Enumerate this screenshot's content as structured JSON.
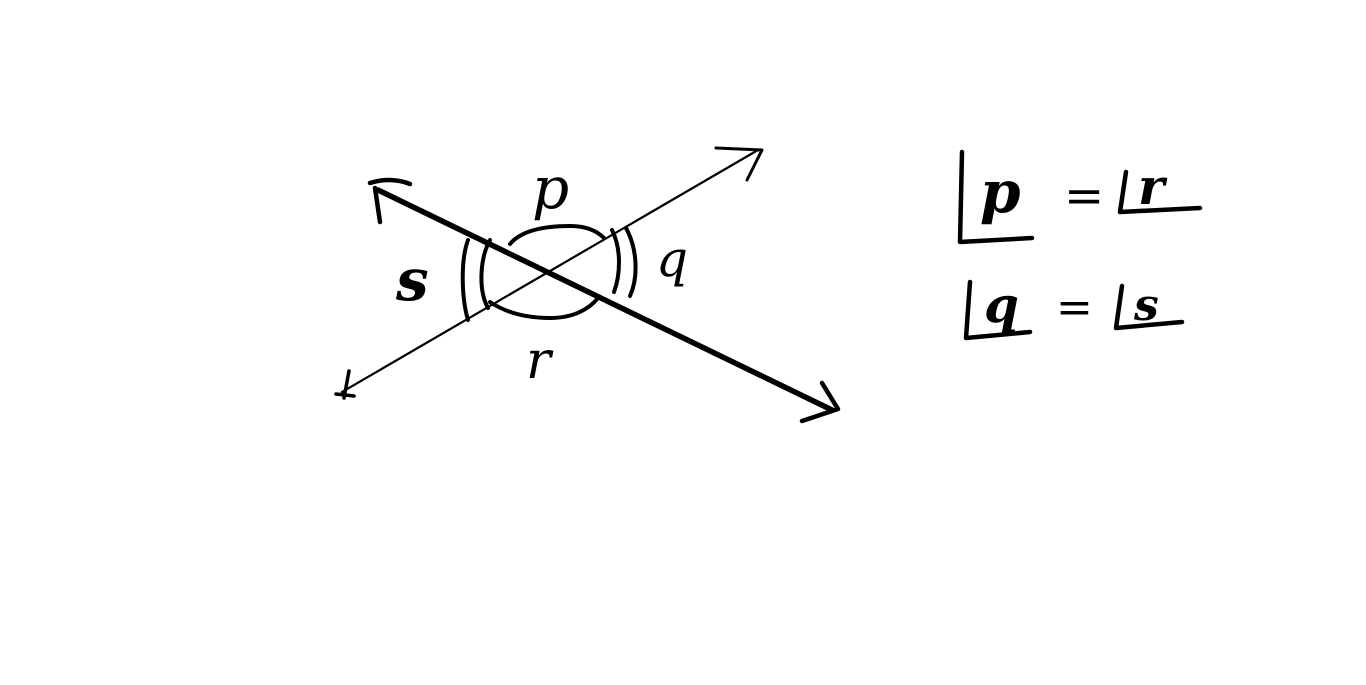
{
  "diagram": {
    "angle_labels": {
      "top": "p",
      "right": "q",
      "bottom": "r",
      "left": "s"
    },
    "equations": [
      {
        "left_angle": "p",
        "equals": "=",
        "right_angle": "r"
      },
      {
        "left_angle": "q",
        "equals": "=",
        "right_angle": "s"
      }
    ],
    "colors": {
      "ink": "#000000",
      "background": "#ffffff"
    }
  }
}
